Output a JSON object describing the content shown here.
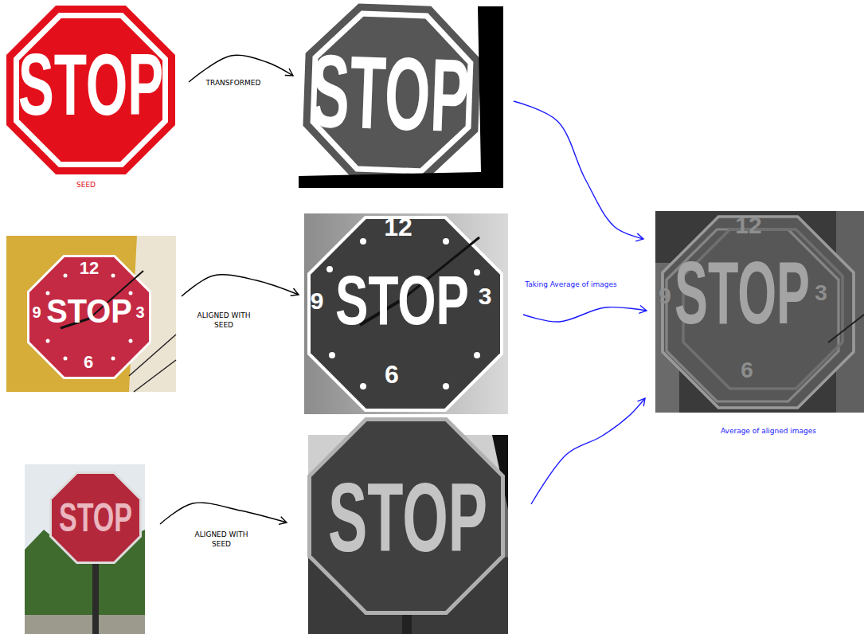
{
  "diagram": {
    "nodes": [
      {
        "text": [
          "STOP",
          "SEED"
        ]
      },
      {
        "text": [
          "STOP"
        ]
      },
      {
        "text": [
          "12",
          "9",
          "STOP",
          "3",
          "6"
        ]
      },
      {
        "text": [
          "12",
          "9",
          "STOP",
          "3",
          "6"
        ]
      },
      {
        "text": [
          "STOP"
        ]
      },
      {
        "text": [
          "STOP"
        ]
      },
      {
        "text": [
          "12",
          "9",
          "STOP",
          "3",
          "6",
          "Average of aligned images"
        ]
      }
    ],
    "edges": [
      {
        "from": 0,
        "to": 1,
        "arrow": "to",
        "label": "TRANSFORMED"
      },
      {
        "from": 2,
        "to": 3,
        "arrow": "to",
        "label": "ALIGNED WITH SEED"
      },
      {
        "from": 4,
        "to": 5,
        "arrow": "to",
        "label": "ALIGNED WITH SEED"
      },
      {
        "from": 1,
        "to": 6,
        "arrow": "to"
      },
      {
        "from": 3,
        "to": 6,
        "arrow": "to",
        "label": "Taking Average of images"
      },
      {
        "from": 5,
        "to": 6,
        "arrow": "to"
      }
    ]
  }
}
